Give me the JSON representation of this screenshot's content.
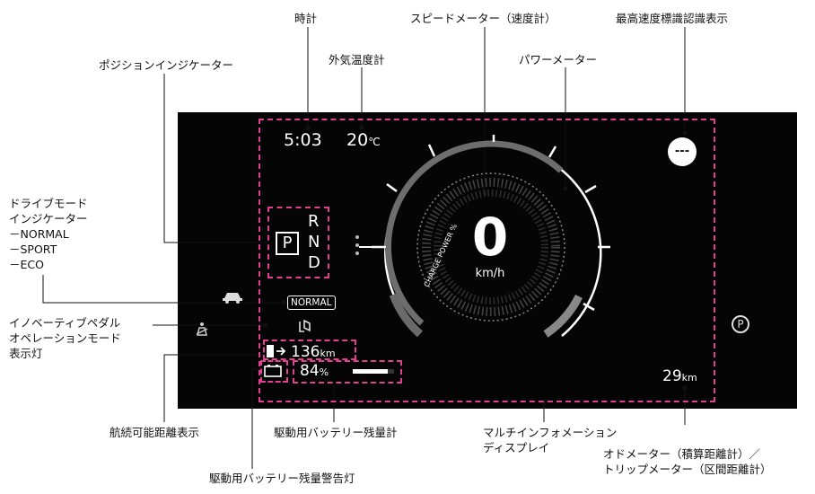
{
  "callouts": {
    "clock": "時計",
    "speedometer": "スピードメーター（速度計）",
    "speed_limit": "最高速度標識認識表示",
    "position_indicator": "ポジションインジケーター",
    "outside_temp": "外気温度計",
    "power_meter": "パワーメーター",
    "drive_mode": [
      "ドライブモード",
      "インジケーター",
      "－NORMAL",
      "－SPORT",
      "－ECO"
    ],
    "e_pedal": [
      "イノベーティブペダル",
      "オペレーションモード",
      "表示灯"
    ],
    "range": "航続可能距離表示",
    "battery_meter": "駆動用バッテリー残量計",
    "info_display": [
      "マルチインフォメーション",
      "ディスプレイ"
    ],
    "odometer": [
      "オドメーター（積算距離計）／",
      "トリップメーター（区間距離計）"
    ],
    "battery_warning": "駆動用バッテリー残量警告灯"
  },
  "cluster": {
    "time": "5:03",
    "temperature": "20",
    "temperature_unit": "℃",
    "speed": "0",
    "speed_unit": "km/h",
    "gauge_label": "CHARGE POWER %",
    "gears": [
      "P",
      "R",
      "N",
      "D"
    ],
    "active_gear": "P",
    "drive_mode": "NORMAL",
    "range_value": "136",
    "range_unit": "km",
    "battery_percent": "84",
    "battery_unit": "%",
    "battery_level": 0.84,
    "speed_limit": "---",
    "trip_value": "29",
    "trip_unit": "km",
    "parking_symbol": "P"
  },
  "colors": {
    "panel": "#050505",
    "highlight": "#e0418e",
    "gauge_ring": "#ffffff",
    "gauge_fill": "#7a7a7a"
  }
}
